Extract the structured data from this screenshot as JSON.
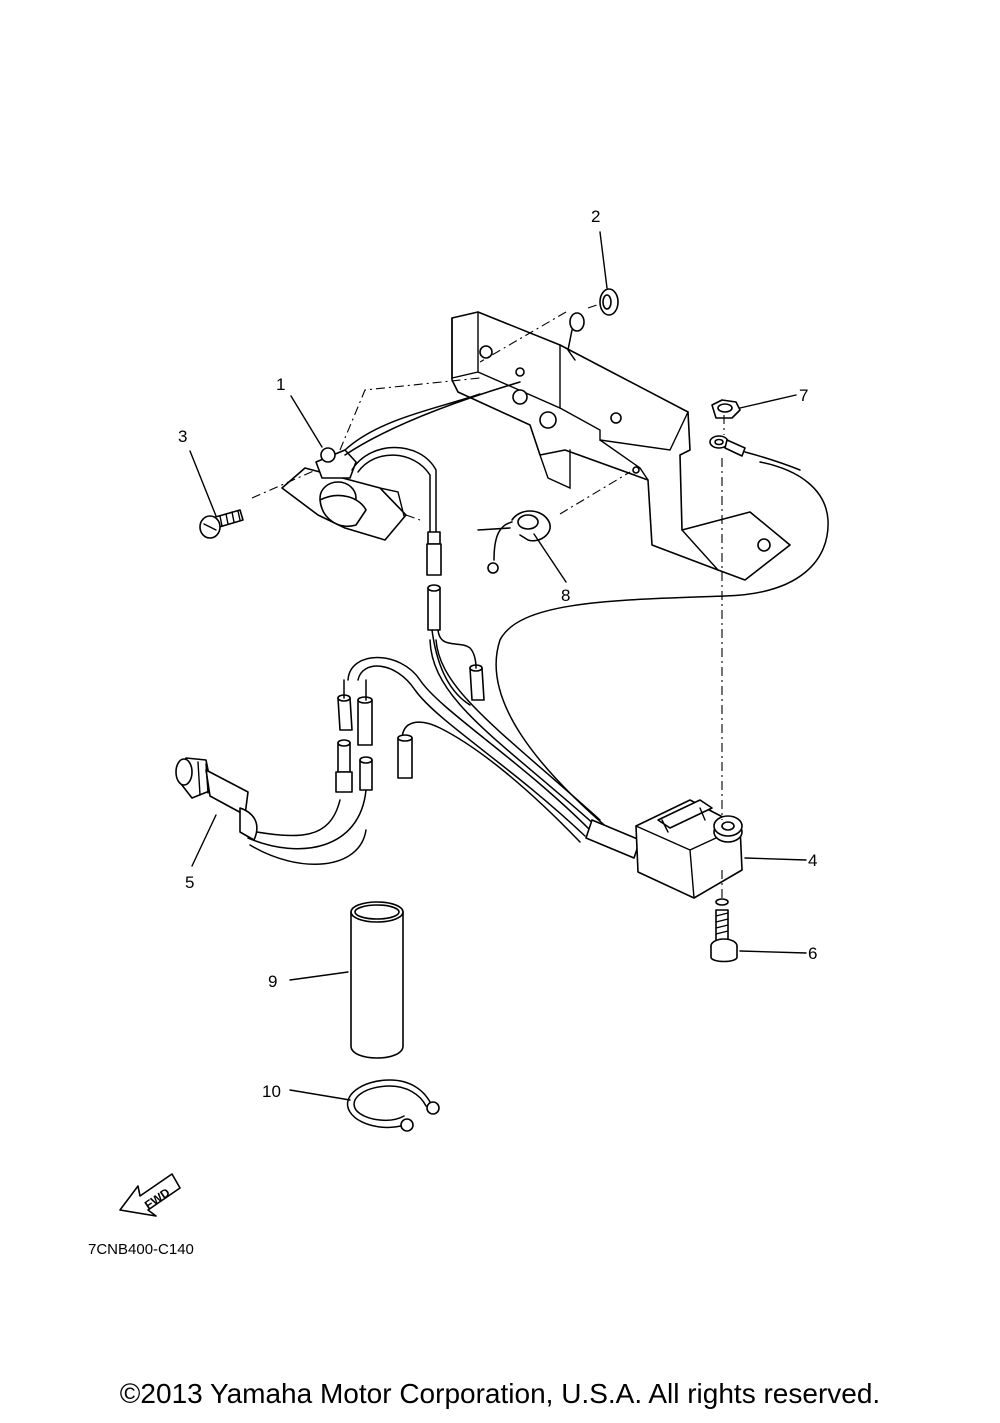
{
  "callouts": {
    "c1": "1",
    "c2": "2",
    "c3": "3",
    "c4": "4",
    "c5": "5",
    "c6": "6",
    "c7": "7",
    "c8": "8",
    "c9": "9",
    "c10": "10"
  },
  "fwd_label": "FWD",
  "diagram_code": "7CNB400-C140",
  "copyright": "©2013 Yamaha Motor Corporation, U.S.A. All rights reserved."
}
